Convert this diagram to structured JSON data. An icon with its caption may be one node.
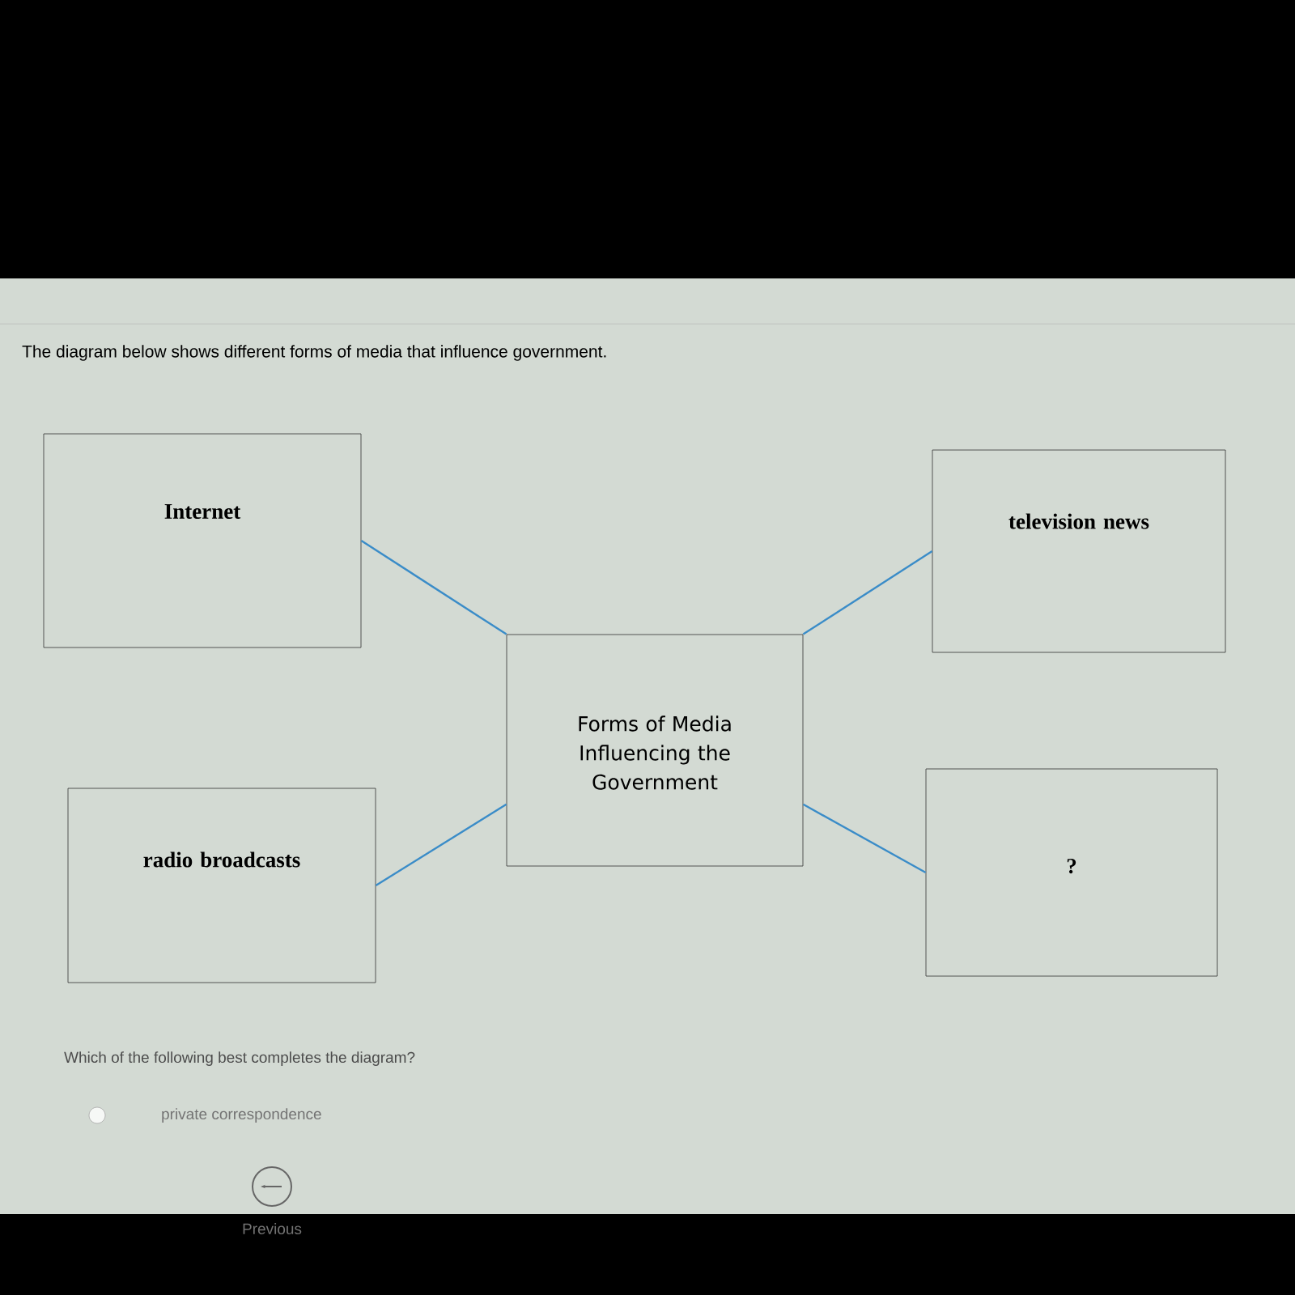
{
  "diagram": {
    "title": "The diagram below shows different forms of media that influence government.",
    "nodes": [
      {
        "text": [
          "Internet"
        ]
      },
      {
        "text": [
          "television news"
        ]
      },
      {
        "text": [
          "Forms of Media Influencing the Government"
        ]
      },
      {
        "text": [
          "radio broadcasts"
        ]
      },
      {
        "text": [
          "?"
        ]
      }
    ],
    "edges": [
      {
        "from": 2,
        "to": 0,
        "arrow": "none"
      },
      {
        "from": 2,
        "to": 1,
        "arrow": "none"
      },
      {
        "from": 3,
        "to": 2,
        "arrow": "none"
      },
      {
        "from": 2,
        "to": 4,
        "arrow": "none"
      }
    ],
    "labels": [
      "Which of the following best completes the diagram?",
      "private correspondence",
      "Previous"
    ]
  }
}
